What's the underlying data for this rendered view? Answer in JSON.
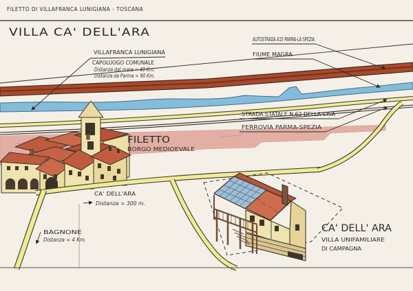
{
  "header": {
    "location": "FILETTO DI VILLAFRANCA LUNIGIANA  - TOSCANA",
    "title": "VILLA CA' DELL'ARA"
  },
  "labels": {
    "villafranca": {
      "name": "VILLAFRANCA LUNIGIANA",
      "role": "CAPOLUOGO COMUNALE",
      "distance_sea": "Distanza dal mare = 40 Km.",
      "distance_parma": "Distanza da Parma = 90 Km."
    },
    "autostrada": "AUTOSTRADA A15 PARMA-LA SPEZIA",
    "fiume": "FIUME MAGRA",
    "strada_statale": "STRADA STATALE N.62 DELLA CISA",
    "ferrovia": "FERROVIA PARMA-SPEZIA",
    "filetto": {
      "name": "FILETTO",
      "subtitle": "BORGO MEDIOEVALE"
    },
    "path_to_villa": {
      "name": "CA' DELL'ARA",
      "distance": "Distanza = 300 m."
    },
    "bagnone": {
      "name": "BAGNONE",
      "distance": "Distanza = 4 Km."
    },
    "villa": {
      "name": "CA' DELL' ARA",
      "type_line1": "VILLA UNIFAMILIARE",
      "type_line2": "DI CAMPAGNA"
    }
  },
  "colors": {
    "paper": "#f4f0e8",
    "ink": "#2c2722",
    "autostrada_red": "#a8492c",
    "river_blue": "#85bcd9",
    "road_yellow": "#eeeb96",
    "hills_pink": "#e2a89e",
    "roof_terracotta": "#c05a3e",
    "wall_cream": "#efe3ae",
    "solar_panel_blue": "#9fbdd4"
  }
}
